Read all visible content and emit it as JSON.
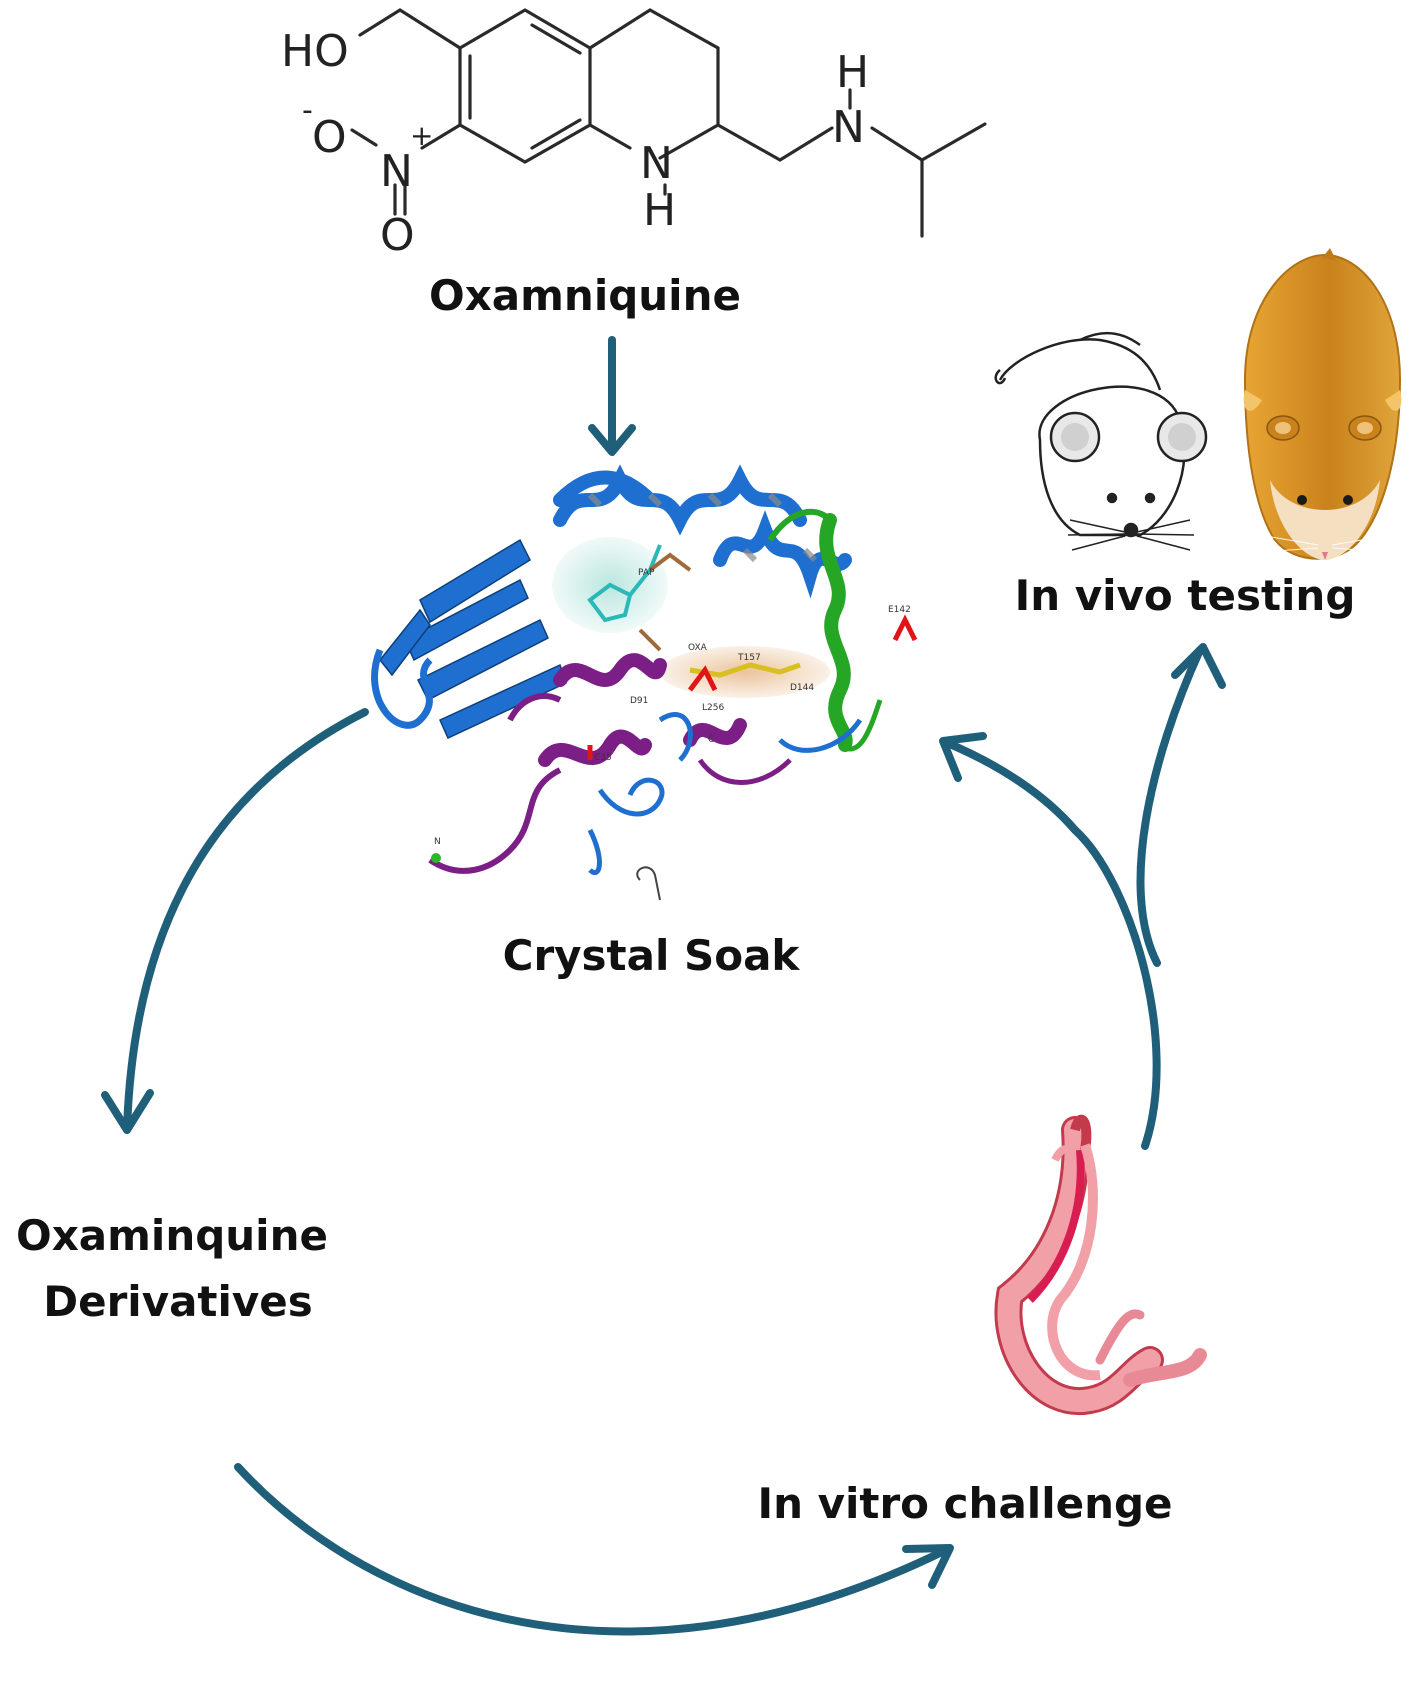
{
  "labels": {
    "oxamniquine": "Oxamniquine",
    "crystal_soak": "Crystal Soak",
    "in_vivo": "In vivo testing",
    "derivatives_line1": "Oxaminquine",
    "derivatives_line2": "Derivatives",
    "in_vitro": "In vitro challenge"
  },
  "structure_atoms": {
    "ho": "HO",
    "o_minus": "O",
    "minus": "-",
    "n_plus": "N",
    "plus": "+",
    "o_double": "O",
    "ring_n": "N",
    "ring_h": "H",
    "amine_h": "H",
    "amine_n": "N"
  },
  "protein_labels": {
    "pap": "PAP",
    "oxa": "OXA",
    "t157": "T157",
    "e142": "E142",
    "d91": "D91",
    "d144": "D144",
    "l256": "L256",
    "c35": "C35",
    "c": "C",
    "n": "N"
  },
  "colors": {
    "arrow": "#1f5f7a",
    "helix_blue": "#1e6fd0",
    "helix_purple": "#7b1f86",
    "helix_green": "#25a625",
    "mouse_orange": "#d9962a",
    "worm_pink": "#f2a0a8",
    "worm_red": "#d81e50"
  }
}
